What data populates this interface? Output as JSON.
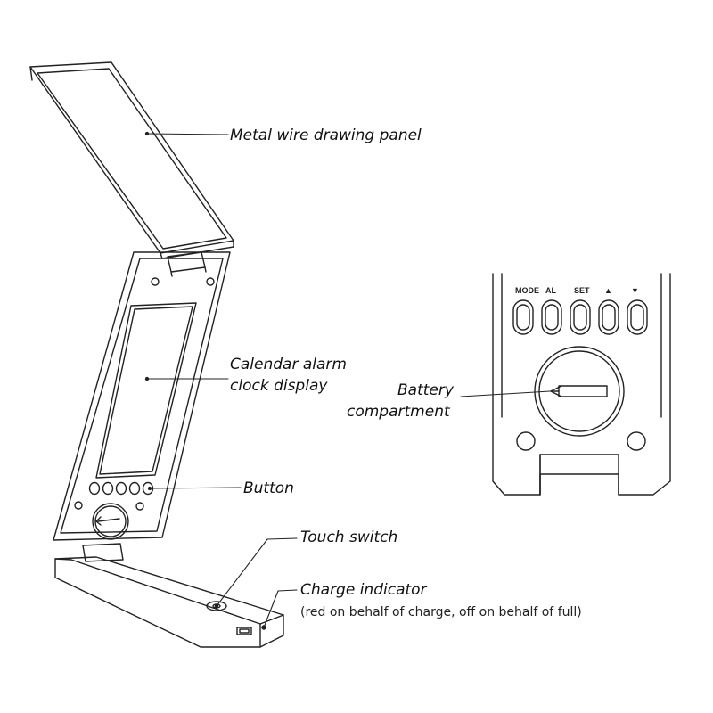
{
  "labels": {
    "panel": "Metal wire drawing panel",
    "display_line1": "Calendar alarm",
    "display_line2": "clock display",
    "button": "Button",
    "touch_switch": "Touch switch",
    "charge_indicator": "Charge indicator",
    "charge_note": "(red on behalf of charge, off on behalf of full)",
    "battery_line1": "Battery",
    "battery_line2": "compartment"
  },
  "detail_buttons": {
    "mode": "MODE",
    "al": "AL",
    "set": "SET",
    "up": "▲",
    "down": "▼"
  },
  "colors": {
    "line": "#222222",
    "background": "#ffffff"
  }
}
